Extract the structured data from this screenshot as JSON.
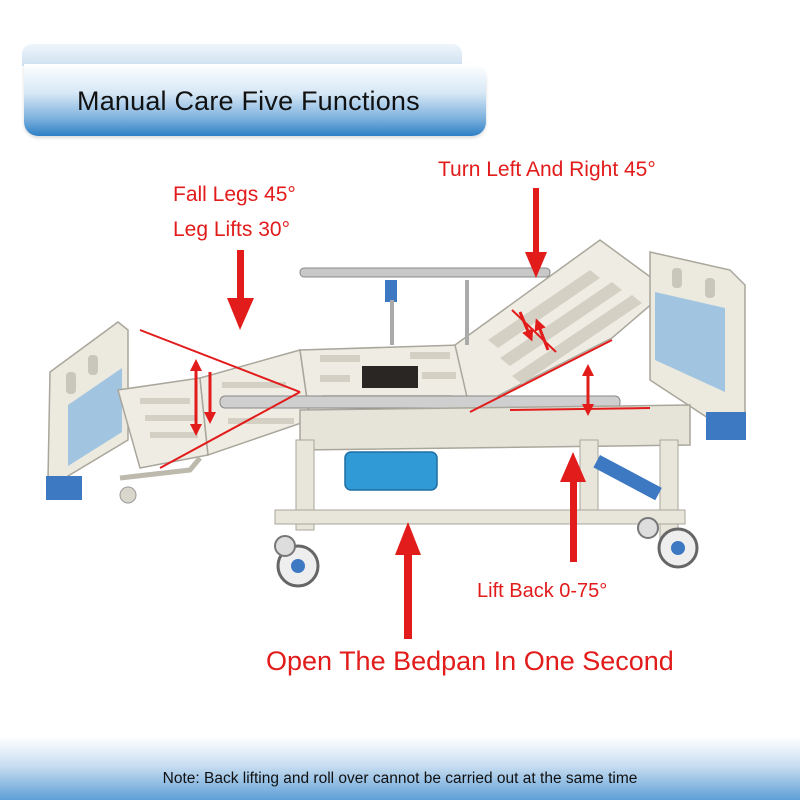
{
  "header": {
    "title": "Manual Care Five Functions"
  },
  "callouts": {
    "fall_legs": "Fall Legs 45°",
    "leg_lifts": "Leg Lifts 30°",
    "turn": "Turn Left And Right 45°",
    "lift_back": "Lift Back 0-75°",
    "bedpan": "Open The Bedpan In One Second"
  },
  "footer": {
    "note": "Note: Back lifting and roll over cannot be carried out at the same time"
  },
  "colors": {
    "annotation": "#e21b1b",
    "banner_blue": "#2e7fc6",
    "bed_body": "#eae7dc",
    "accent_blue": "#2f6fb8"
  }
}
